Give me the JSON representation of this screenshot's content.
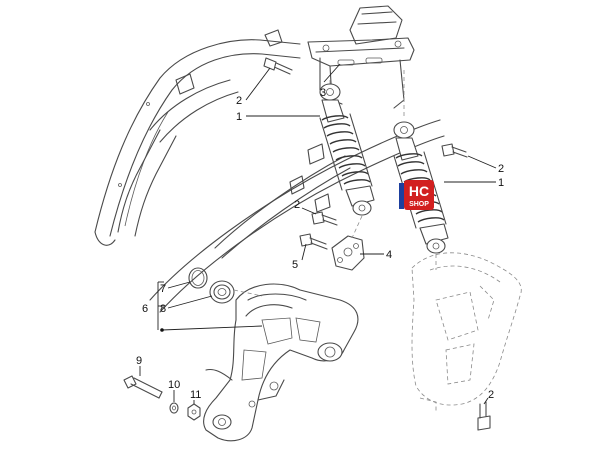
{
  "callouts": {
    "c2_top": "2",
    "c3": "3",
    "c1_left": "1",
    "c2_right": "2",
    "c1_right": "1",
    "c2_mid": "2",
    "c4": "4",
    "c5": "5",
    "c7": "7",
    "c8": "8",
    "c6": "6",
    "c9": "9",
    "c10": "10",
    "c11": "11",
    "c2_bottom": "2"
  },
  "logo": {
    "line1": "HC",
    "line2": "SHOP",
    "colors": {
      "red": "#d21f1f",
      "blue": "#1d3f9e",
      "text": "#ffffff"
    }
  }
}
